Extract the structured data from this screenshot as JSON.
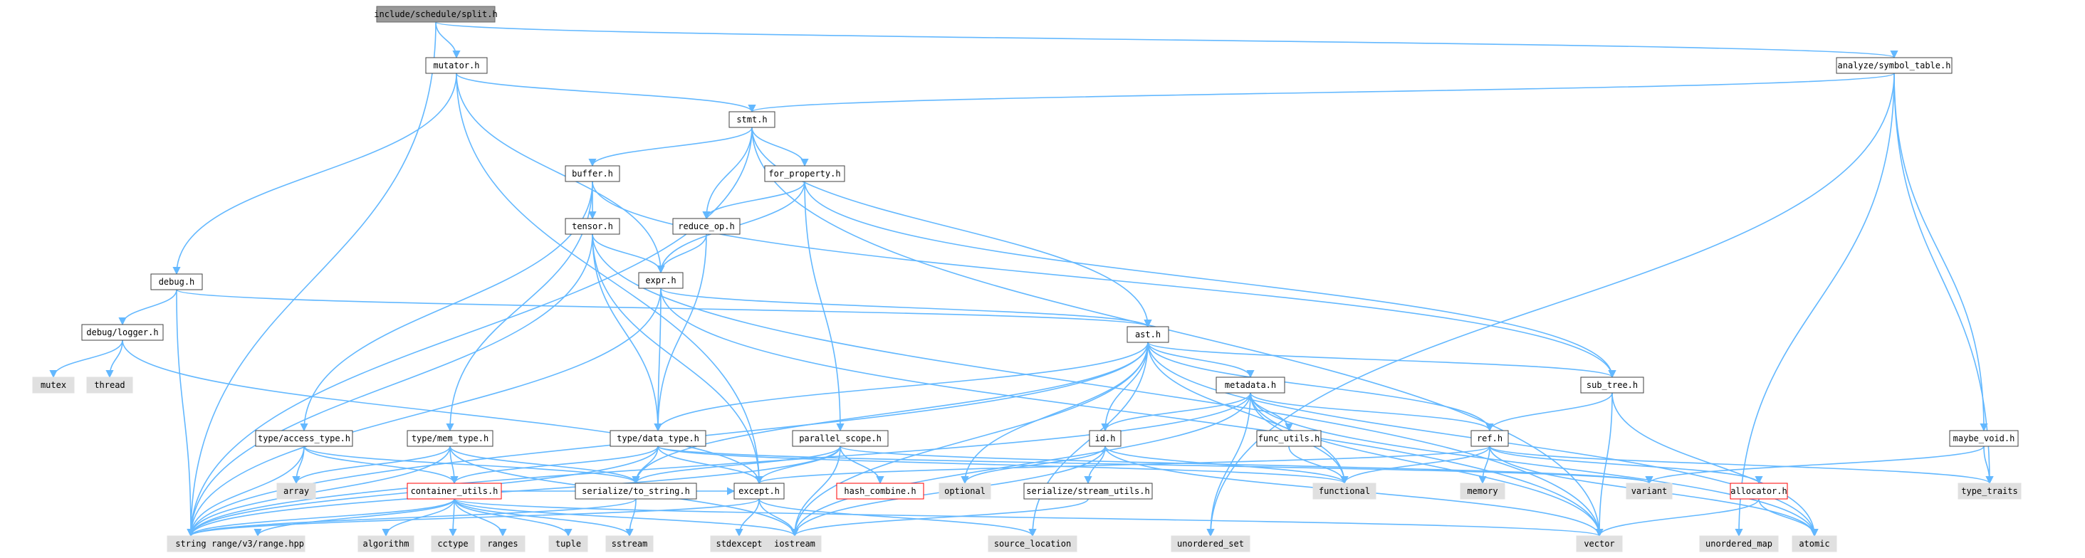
{
  "colors": {
    "edge": "#63b8ff",
    "node_border": "#404040",
    "system_node_fill": "#e0e0e0",
    "root_node_fill": "#999999",
    "undocumented_border": "#ff0000"
  },
  "nodes": [
    {
      "id": "root",
      "label": "include/schedule/split.h",
      "kind": "root"
    },
    {
      "id": "mutator",
      "label": "mutator.h",
      "kind": "file"
    },
    {
      "id": "symtab",
      "label": "analyze/symbol_table.h",
      "kind": "file"
    },
    {
      "id": "stmt",
      "label": "stmt.h",
      "kind": "file"
    },
    {
      "id": "buffer",
      "label": "buffer.h",
      "kind": "file"
    },
    {
      "id": "forprop",
      "label": "for_property.h",
      "kind": "file"
    },
    {
      "id": "tensor",
      "label": "tensor.h",
      "kind": "file"
    },
    {
      "id": "reduce",
      "label": "reduce_op.h",
      "kind": "file"
    },
    {
      "id": "debug",
      "label": "debug.h",
      "kind": "file"
    },
    {
      "id": "expr",
      "label": "expr.h",
      "kind": "file"
    },
    {
      "id": "logger",
      "label": "debug/logger.h",
      "kind": "file"
    },
    {
      "id": "ast",
      "label": "ast.h",
      "kind": "file"
    },
    {
      "id": "mutex",
      "label": "mutex",
      "kind": "sys"
    },
    {
      "id": "thread",
      "label": "thread",
      "kind": "sys"
    },
    {
      "id": "metadata",
      "label": "metadata.h",
      "kind": "file"
    },
    {
      "id": "subtree",
      "label": "sub_tree.h",
      "kind": "file"
    },
    {
      "id": "access",
      "label": "type/access_type.h",
      "kind": "file"
    },
    {
      "id": "memtype",
      "label": "type/mem_type.h",
      "kind": "file"
    },
    {
      "id": "datatype",
      "label": "type/data_type.h",
      "kind": "file"
    },
    {
      "id": "parscope",
      "label": "parallel_scope.h",
      "kind": "file"
    },
    {
      "id": "idh",
      "label": "id.h",
      "kind": "file"
    },
    {
      "id": "funcutils",
      "label": "func_utils.h",
      "kind": "file"
    },
    {
      "id": "ref",
      "label": "ref.h",
      "kind": "file"
    },
    {
      "id": "maybevoid",
      "label": "maybe_void.h",
      "kind": "file"
    },
    {
      "id": "array",
      "label": "array",
      "kind": "sys"
    },
    {
      "id": "container",
      "label": "container_utils.h",
      "kind": "missing"
    },
    {
      "id": "tostring",
      "label": "serialize/to_string.h",
      "kind": "file"
    },
    {
      "id": "hashcomb",
      "label": "hash_combine.h",
      "kind": "missing"
    },
    {
      "id": "optional",
      "label": "optional",
      "kind": "sys"
    },
    {
      "id": "streamutils",
      "label": "serialize/stream_utils.h",
      "kind": "file"
    },
    {
      "id": "functional",
      "label": "functional",
      "kind": "sys"
    },
    {
      "id": "memory",
      "label": "memory",
      "kind": "sys"
    },
    {
      "id": "variant",
      "label": "variant",
      "kind": "sys"
    },
    {
      "id": "allocator",
      "label": "allocator.h",
      "kind": "missing"
    },
    {
      "id": "typetraits",
      "label": "type_traits",
      "kind": "sys"
    },
    {
      "id": "except",
      "label": "except.h",
      "kind": "file"
    },
    {
      "id": "string",
      "label": "string",
      "kind": "sys"
    },
    {
      "id": "rangev3",
      "label": "range/v3/range.hpp",
      "kind": "sys"
    },
    {
      "id": "algorithm",
      "label": "algorithm",
      "kind": "sys"
    },
    {
      "id": "cctype",
      "label": "cctype",
      "kind": "sys"
    },
    {
      "id": "ranges",
      "label": "ranges",
      "kind": "sys"
    },
    {
      "id": "tuple",
      "label": "tuple",
      "kind": "sys"
    },
    {
      "id": "sstream",
      "label": "sstream",
      "kind": "sys"
    },
    {
      "id": "iostream",
      "label": "iostream",
      "kind": "sys"
    },
    {
      "id": "stdexcept",
      "label": "stdexcept",
      "kind": "sys"
    },
    {
      "id": "srcloc",
      "label": "source_location",
      "kind": "sys"
    },
    {
      "id": "uset",
      "label": "unordered_set",
      "kind": "sys"
    },
    {
      "id": "vector",
      "label": "vector",
      "kind": "sys"
    },
    {
      "id": "umap",
      "label": "unordered_map",
      "kind": "sys"
    },
    {
      "id": "atomic",
      "label": "atomic",
      "kind": "sys"
    }
  ],
  "edges": [
    [
      "root",
      "mutator"
    ],
    [
      "root",
      "symtab"
    ],
    [
      "root",
      "string"
    ],
    [
      "mutator",
      "stmt"
    ],
    [
      "mutator",
      "debug"
    ],
    [
      "mutator",
      "expr"
    ],
    [
      "mutator",
      "except"
    ],
    [
      "symtab",
      "stmt"
    ],
    [
      "symtab",
      "maybevoid"
    ],
    [
      "symtab",
      "typetraits"
    ],
    [
      "symtab",
      "uset"
    ],
    [
      "symtab",
      "umap"
    ],
    [
      "stmt",
      "buffer"
    ],
    [
      "stmt",
      "forprop"
    ],
    [
      "stmt",
      "reduce"
    ],
    [
      "stmt",
      "ast"
    ],
    [
      "stmt",
      "string"
    ],
    [
      "stmt",
      "vector"
    ],
    [
      "buffer",
      "tensor"
    ],
    [
      "buffer",
      "access"
    ],
    [
      "buffer",
      "memtype"
    ],
    [
      "buffer",
      "subtree"
    ],
    [
      "forprop",
      "reduce"
    ],
    [
      "forprop",
      "expr"
    ],
    [
      "forprop",
      "parscope"
    ],
    [
      "forprop",
      "subtree"
    ],
    [
      "tensor",
      "expr"
    ],
    [
      "tensor",
      "datatype"
    ],
    [
      "tensor",
      "except"
    ],
    [
      "tensor",
      "string"
    ],
    [
      "tensor",
      "vector"
    ],
    [
      "reduce",
      "expr"
    ],
    [
      "reduce",
      "datatype"
    ],
    [
      "debug",
      "logger"
    ],
    [
      "debug",
      "ast"
    ],
    [
      "debug",
      "string"
    ],
    [
      "expr",
      "ast"
    ],
    [
      "expr",
      "datatype"
    ],
    [
      "expr",
      "string"
    ],
    [
      "expr",
      "vector"
    ],
    [
      "logger",
      "mutex"
    ],
    [
      "logger",
      "thread"
    ],
    [
      "logger",
      "except"
    ],
    [
      "ast",
      "metadata"
    ],
    [
      "ast",
      "subtree"
    ],
    [
      "ast",
      "idh"
    ],
    [
      "ast",
      "ref"
    ],
    [
      "ast",
      "datatype"
    ],
    [
      "ast",
      "tostring"
    ],
    [
      "ast",
      "functional"
    ],
    [
      "ast",
      "optional"
    ],
    [
      "ast",
      "string"
    ],
    [
      "ast",
      "iostream"
    ],
    [
      "ast",
      "atomic"
    ],
    [
      "ast",
      "srcloc"
    ],
    [
      "metadata",
      "idh"
    ],
    [
      "metadata",
      "funcutils"
    ],
    [
      "metadata",
      "ref"
    ],
    [
      "metadata",
      "functional"
    ],
    [
      "metadata",
      "string"
    ],
    [
      "metadata",
      "vector"
    ],
    [
      "metadata",
      "uset"
    ],
    [
      "metadata",
      "iostream"
    ],
    [
      "metadata",
      "atomic"
    ],
    [
      "subtree",
      "ref"
    ],
    [
      "subtree",
      "vector"
    ],
    [
      "subtree",
      "atomic"
    ],
    [
      "access",
      "array"
    ],
    [
      "access",
      "container"
    ],
    [
      "access",
      "tostring"
    ],
    [
      "access",
      "string"
    ],
    [
      "memtype",
      "array"
    ],
    [
      "memtype",
      "container"
    ],
    [
      "memtype",
      "tostring"
    ],
    [
      "memtype",
      "string"
    ],
    [
      "memtype",
      "iostream"
    ],
    [
      "datatype",
      "container"
    ],
    [
      "datatype",
      "tostring"
    ],
    [
      "datatype",
      "except"
    ],
    [
      "datatype",
      "functional"
    ],
    [
      "datatype",
      "variant"
    ],
    [
      "datatype",
      "string"
    ],
    [
      "parscope",
      "except"
    ],
    [
      "parscope",
      "hashcomb"
    ],
    [
      "parscope",
      "tostring"
    ],
    [
      "parscope",
      "iostream"
    ],
    [
      "parscope",
      "string"
    ],
    [
      "parscope",
      "variant"
    ],
    [
      "idh",
      "optional"
    ],
    [
      "idh",
      "streamutils"
    ],
    [
      "idh",
      "functional"
    ],
    [
      "idh",
      "iostream"
    ],
    [
      "idh",
      "vector"
    ],
    [
      "funcutils",
      "functional"
    ],
    [
      "ref",
      "except"
    ],
    [
      "ref",
      "functional"
    ],
    [
      "ref",
      "memory"
    ],
    [
      "ref",
      "typetraits"
    ],
    [
      "ref",
      "allocator"
    ],
    [
      "ref",
      "atomic"
    ],
    [
      "maybevoid",
      "typetraits"
    ],
    [
      "maybevoid",
      "variant"
    ],
    [
      "container",
      "rangev3"
    ],
    [
      "container",
      "algorithm"
    ],
    [
      "container",
      "cctype"
    ],
    [
      "container",
      "ranges"
    ],
    [
      "container",
      "tuple"
    ],
    [
      "container",
      "sstream"
    ],
    [
      "container",
      "iostream"
    ],
    [
      "container",
      "string"
    ],
    [
      "container",
      "except"
    ],
    [
      "container",
      "vector"
    ],
    [
      "tostring",
      "sstream"
    ],
    [
      "tostring",
      "string"
    ],
    [
      "streamutils",
      "iostream"
    ],
    [
      "allocator",
      "vector"
    ],
    [
      "allocator",
      "atomic"
    ],
    [
      "except",
      "stdexcept"
    ],
    [
      "except",
      "string"
    ],
    [
      "except",
      "iostream"
    ],
    [
      "except",
      "srcloc"
    ]
  ]
}
